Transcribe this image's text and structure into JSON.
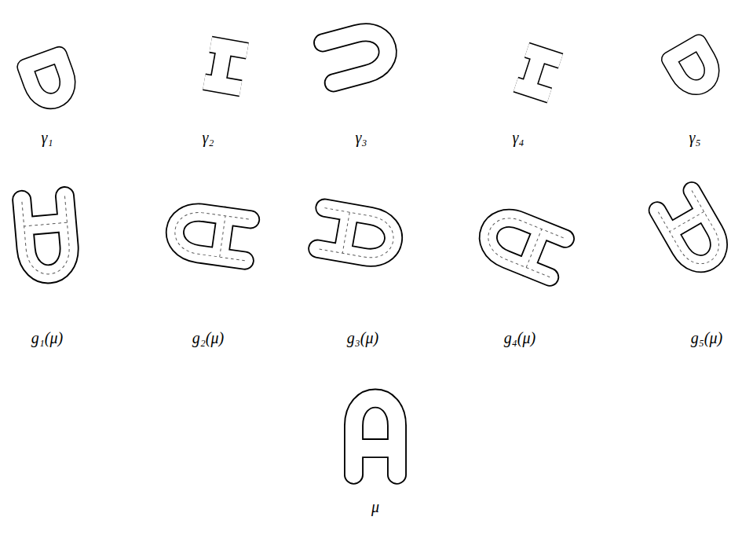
{
  "diagram": {
    "labels": [
      "γ₁",
      "γ₂",
      "γ₃",
      "γ₄",
      "γ₅",
      "g₁(μ)",
      "g₂(μ)",
      "g₃(μ)",
      "g₄(μ)",
      "g₅(μ)",
      "μ"
    ]
  }
}
